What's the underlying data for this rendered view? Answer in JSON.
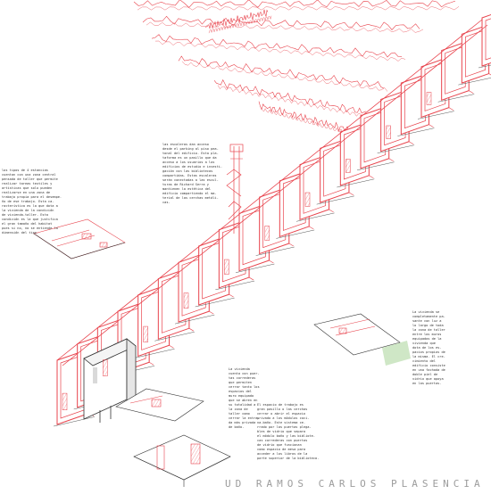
{
  "sheet": {
    "colors": {
      "accent": "#e8444d",
      "ink": "#333333",
      "footer": "#9c9c9c",
      "highlight": "#cfe7c6"
    },
    "notes": {
      "left": "los tipos de 4 estancias\ncuentan con una zona central\npensada de taller que permite\nrealizar tareas textiles y\nartísticas que solo pueden\nrealizarse en una zona de\ntrabajo propia para el desempe-\nño de ese trabajo. Esta ca-\nracterística es la que dota a\nla vivienda de la condición\nde vivienda-taller. Esta\ncondición es la que justifica\nel gran tamaño del habitat\npues si no, no se entiende la\ndimensión del tipo.",
      "top_center": "las escaleras dan acceso\ndesde el parking al piso pea-\ntonal del edificio. Esta pla-\ntaforma es un pasillo que da\nacceso a los usuarios a los\nedificios de estudio e investi-\ngación con las bibliotecas\ncompartidas. Estas escaleras\nserán conectadas a las escul-\nturas de Richard Serra y\nmantienen la estética del\nedificio compartiendo el ma-\nterial de las cerchas metáli-\ncas.",
      "middle": "La vivienda\ncuenta con puer-\ntas correderas\nque permiten\ncerrar tanto los\nespacios del\nmuro equipado\nque se abren en\nsu totalidad a\nla zona de\ntaller como\ncerrar la entra-\nda más privada\nde baño.",
      "bottom_center": "El espacio de trabajo es\ngran pasillo o las cerchas\ncerrar o abrir el espacio\nprivado a los módulos coci-\nna-baño. Este sistema ce-\nrrado por las puertas plega-\nbles de vidrio que separa\nel módulo baño y las bibliote-\ncas correderas con puertas\nde vidrio que funcionan\ncomo espacio de mesa para\nacceder a los libros de la\nparte superior de la biblioteca.",
      "right": "La vivienda se\ncompletamente pa-\nsante con luz a\nlo largo de toda\nla zona de taller\nentre los muros\nequipados de la\nvivienda que\ndota de los es-\npacios propios de\nla misma. El cre-\ncimiento del\nedificio consiste\nen una fachada de\ndoble piel de\nvidrio que apoya\nen las puertas."
    },
    "footer_label": "UD RAMOS CARLOS PLASENCIA MORENO"
  }
}
